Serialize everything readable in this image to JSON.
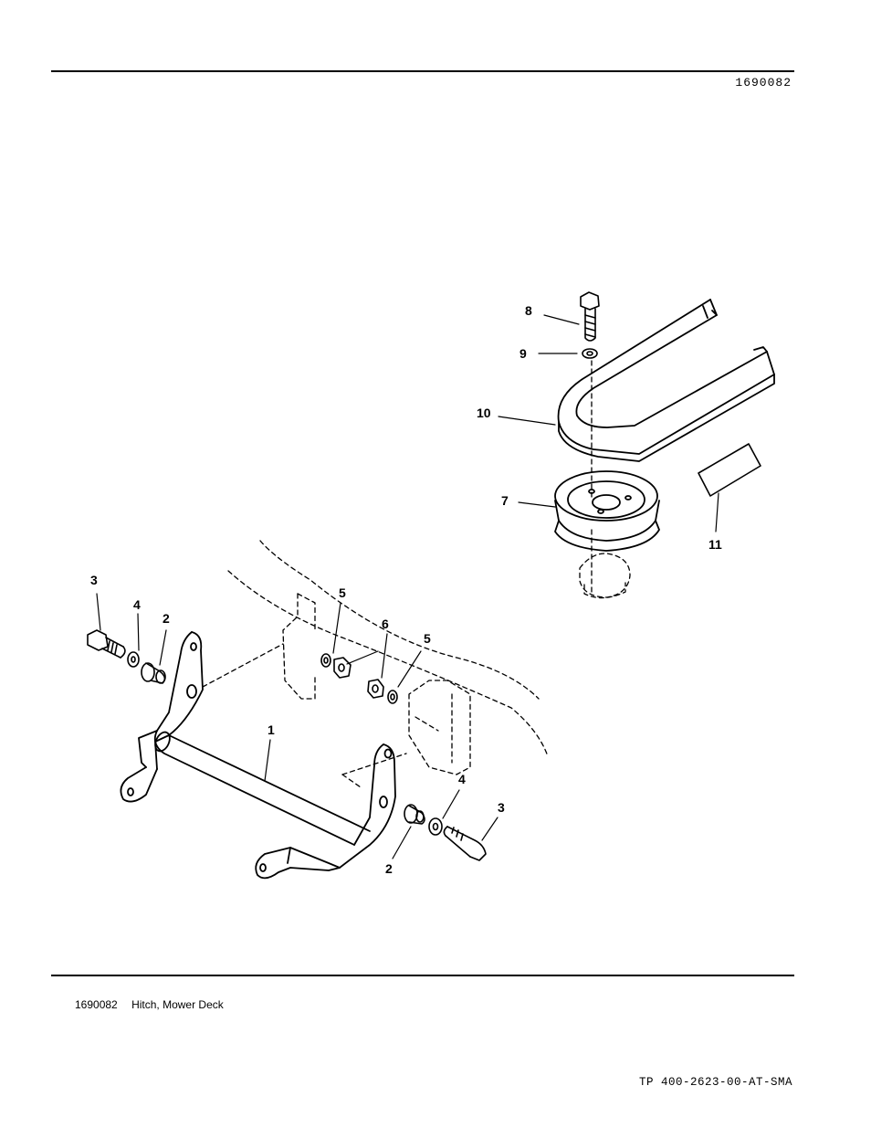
{
  "header": {
    "drawing_number": "1690082"
  },
  "caption": {
    "number": "1690082",
    "title": "Hitch, Mower Deck"
  },
  "footer": {
    "doc_id": "TP 400-2623-00-AT-SMA"
  },
  "callouts": {
    "c1": "1",
    "c2a": "2",
    "c2b": "2",
    "c3a": "3",
    "c3b": "3",
    "c4a": "4",
    "c4b": "4",
    "c5a": "5",
    "c5b": "5",
    "c6": "6",
    "c7": "7",
    "c8": "8",
    "c9": "9",
    "c10": "10",
    "c11": "11"
  }
}
